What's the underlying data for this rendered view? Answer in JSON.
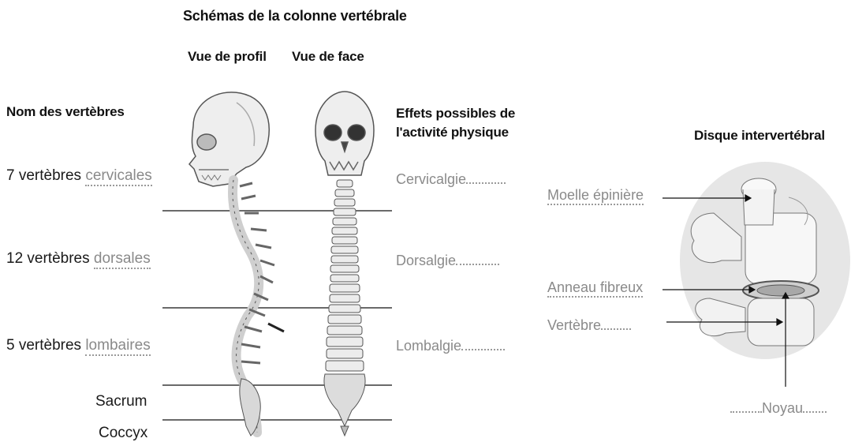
{
  "title": "Schémas de la colonne vertébrale",
  "views": {
    "profile": "Vue de profil",
    "front": "Vue de face"
  },
  "left_header": "Nom des vertèbres",
  "effects_header": [
    "Effets possibles de",
    "l'activité physique"
  ],
  "disc_header": "Disque intervertébral",
  "vertebrae": [
    {
      "prefix": "7 vertèbres ",
      "term": "cervicales"
    },
    {
      "prefix": "12 vertèbres ",
      "term": "dorsales"
    },
    {
      "prefix": "5 vertèbres ",
      "term": "lombaires"
    }
  ],
  "sacrum": "Sacrum",
  "coccyx": "Coccyx",
  "effects": [
    "Cervicalgie",
    "Dorsalgie",
    "Lombalgie"
  ],
  "disc_labels": {
    "spinal_cord": "Moelle épinière",
    "annulus": "Anneau fibreux",
    "vertebra": "Vertèbre",
    "nucleus": "Noyau"
  }
}
